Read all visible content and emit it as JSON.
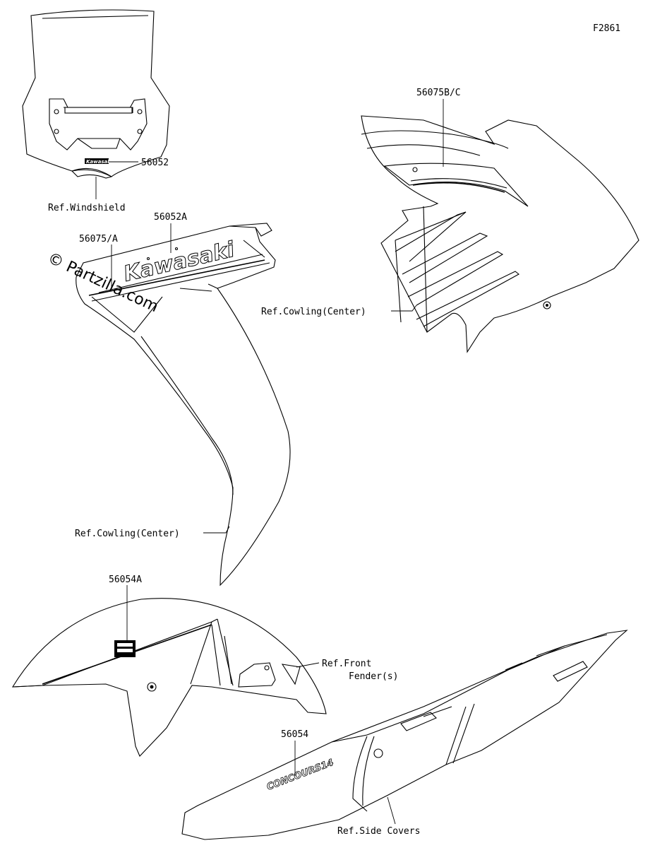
{
  "figure_code": "F2861",
  "watermark": "© Partzilla.com",
  "labels": {
    "p56052": "56052",
    "ref_windshield": "Ref.Windshield",
    "p56052A": "56052A",
    "p56075A": "56075/A",
    "ref_cowling_center_right": "Ref.Cowling(Center)",
    "ref_cowling_center_left": "Ref.Cowling(Center)",
    "p56075BC": "56075B/C",
    "p56054A": "56054A",
    "ref_front_fender_1": "Ref.Front",
    "ref_front_fender_2": "Fender(s)",
    "p56054": "56054",
    "ref_side_covers": "Ref.Side Covers"
  },
  "decal_text": {
    "cowl_logo": "Kawasaki",
    "side_logo": "CONCOURS14",
    "windshield_logo": "Kawasaki"
  }
}
